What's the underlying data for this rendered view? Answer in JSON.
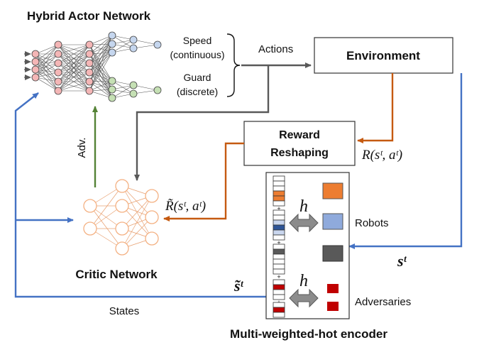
{
  "actor": {
    "title": "Hybrid Actor Network",
    "speed_label": "Speed",
    "speed_sub": "(continuous)",
    "guard_label": "Guard",
    "guard_sub": "(discrete)"
  },
  "actions_label": "Actions",
  "environment_label": "Environment",
  "reward": {
    "line1": "Reward",
    "line2": "Reshaping",
    "reward_formula": "R(sᵗ, aᵗ)",
    "reshaped_formula": "R̃(sᵗ, aᵗ)"
  },
  "adv_label": "Adv.",
  "critic_title": "Critic Network",
  "states_label": "States",
  "state_symbol": "sᵗ",
  "state_tilde_symbol": "s̃ᵗ",
  "encoder": {
    "title": "Multi-weighted-hot encoder",
    "h_symbol": "h",
    "robots_label": "Robots",
    "adversaries_label": "Adversaries"
  },
  "colors": {
    "blue_line": "#4472c4",
    "orange_line": "#c55a11",
    "green_line": "#548235",
    "gray_line": "#595959",
    "robot_orange": "#ed7d31",
    "robot_blue": "#8faadc",
    "robot_gray": "#595959",
    "adversary_red": "#c00000",
    "actor_input_node": "#f4b6b6",
    "actor_speed_node": "#c5d6ee",
    "actor_guard_node": "#c5e0b4",
    "critic_node_stroke": "#f4b183"
  }
}
